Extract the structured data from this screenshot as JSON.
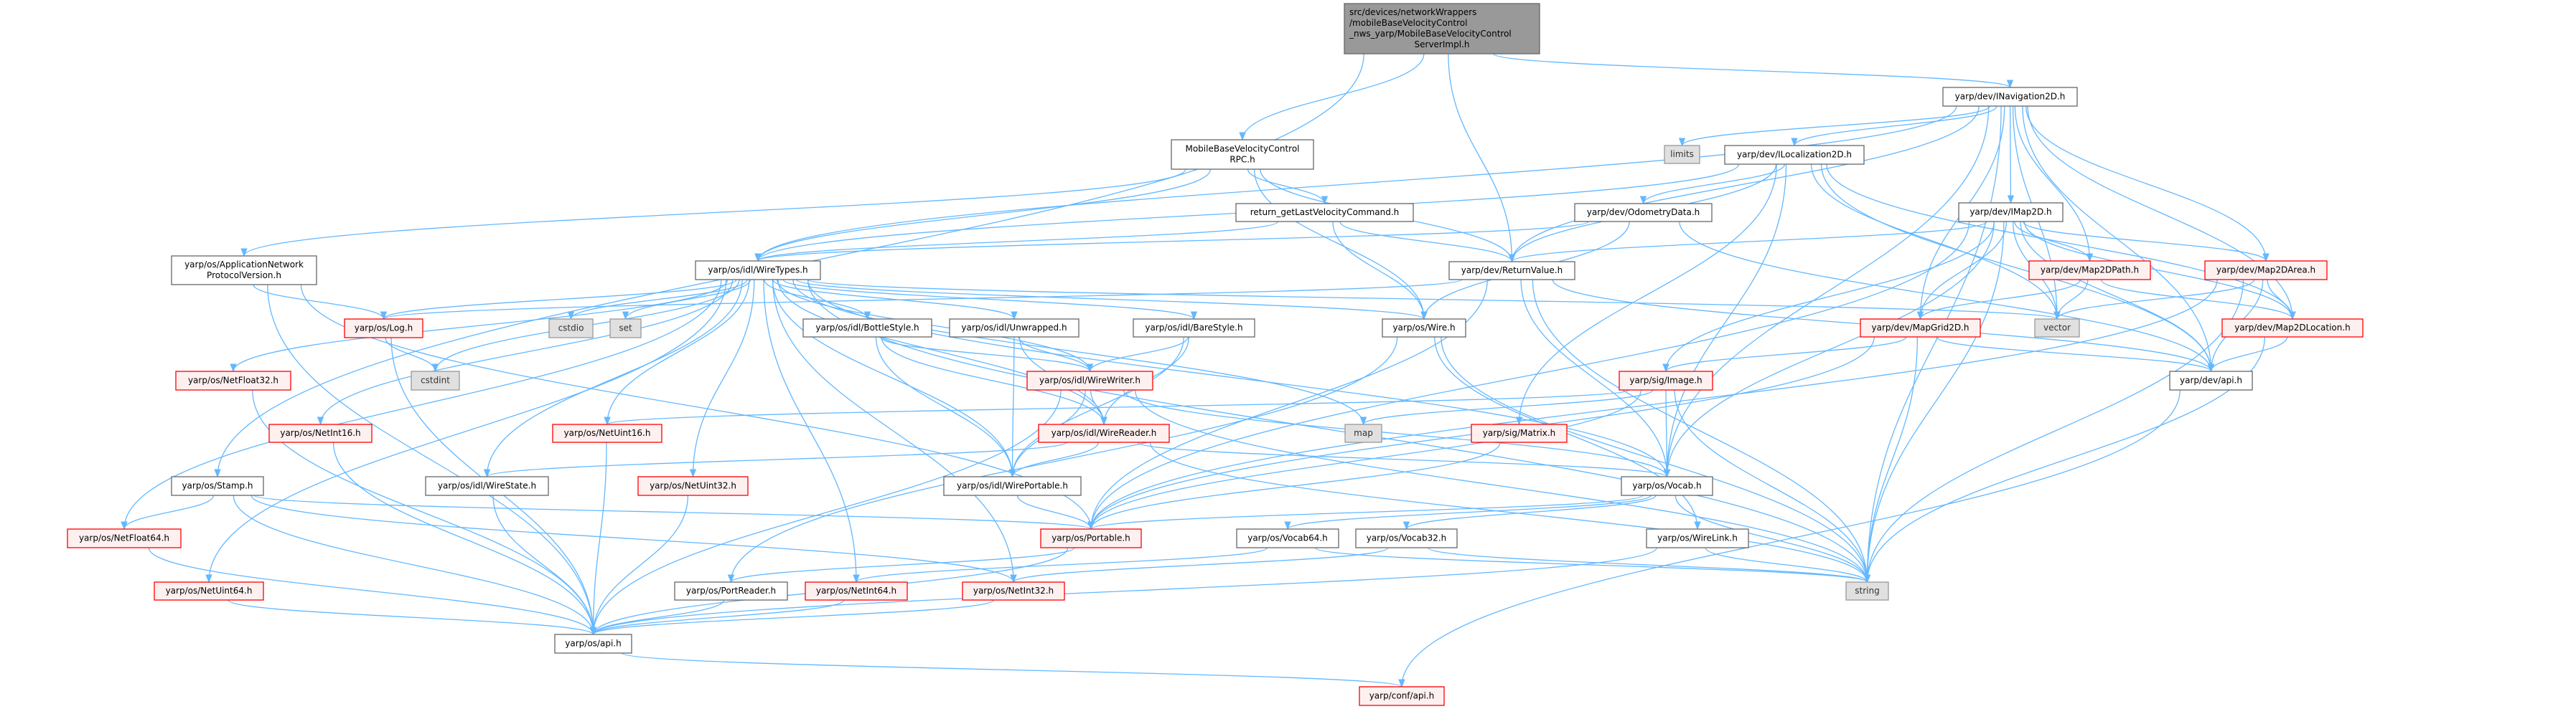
{
  "graph": {
    "edge_color": "#63b8ff",
    "nodes": [
      {
        "id": "root",
        "kind": "root",
        "align": "left",
        "lines": [
          "src/devices/networkWrappers",
          "/mobileBaseVelocityControl",
          "_nws_yarp/MobileBaseVelocityControl",
          "ServerImpl.h"
        ]
      },
      {
        "id": "rpc",
        "kind": "normal",
        "lines": [
          "MobileBaseVelocityControl",
          "RPC.h"
        ]
      },
      {
        "id": "retget",
        "kind": "normal",
        "lines": [
          "return_getLastVelocityCommand.h"
        ]
      },
      {
        "id": "odom",
        "kind": "normal",
        "lines": [
          "yarp/dev/OdometryData.h"
        ]
      },
      {
        "id": "retval",
        "kind": "normal",
        "lines": [
          "yarp/dev/ReturnValue.h"
        ]
      },
      {
        "id": "wire",
        "kind": "normal",
        "lines": [
          "yarp/os/Wire.h"
        ]
      },
      {
        "id": "bare",
        "kind": "normal",
        "lines": [
          "yarp/os/idl/BareStyle.h"
        ]
      },
      {
        "id": "unwrapped",
        "kind": "normal",
        "lines": [
          "yarp/os/idl/Unwrapped.h"
        ]
      },
      {
        "id": "bottle",
        "kind": "normal",
        "lines": [
          "yarp/os/idl/BottleStyle.h"
        ]
      },
      {
        "id": "wwriter",
        "kind": "red",
        "lines": [
          "yarp/os/idl/WireWriter.h"
        ]
      },
      {
        "id": "wreader",
        "kind": "red",
        "lines": [
          "yarp/os/idl/WireReader.h"
        ]
      },
      {
        "id": "map",
        "kind": "gray",
        "lines": [
          "map"
        ]
      },
      {
        "id": "matrix",
        "kind": "red",
        "lines": [
          "yarp/sig/Matrix.h"
        ]
      },
      {
        "id": "image",
        "kind": "red",
        "lines": [
          "yarp/sig/Image.h"
        ]
      },
      {
        "id": "limits",
        "kind": "gray",
        "lines": [
          "limits"
        ]
      },
      {
        "id": "appnet",
        "kind": "normal",
        "lines": [
          "yarp/os/ApplicationNetwork",
          "ProtocolVersion.h"
        ]
      },
      {
        "id": "wiretypes",
        "kind": "normal",
        "lines": [
          "yarp/os/idl/WireTypes.h"
        ]
      },
      {
        "id": "log",
        "kind": "red",
        "lines": [
          "yarp/os/Log.h"
        ]
      },
      {
        "id": "cstdio",
        "kind": "gray",
        "lines": [
          "cstdio"
        ]
      },
      {
        "id": "set",
        "kind": "gray",
        "lines": [
          "set"
        ]
      },
      {
        "id": "netf32",
        "kind": "red",
        "lines": [
          "yarp/os/NetFloat32.h"
        ]
      },
      {
        "id": "cstdint",
        "kind": "gray",
        "lines": [
          "cstdint"
        ]
      },
      {
        "id": "neti16",
        "kind": "red",
        "lines": [
          "yarp/os/NetInt16.h"
        ]
      },
      {
        "id": "netu16",
        "kind": "red",
        "lines": [
          "yarp/os/NetUint16.h"
        ]
      },
      {
        "id": "stamp",
        "kind": "normal",
        "lines": [
          "yarp/os/Stamp.h"
        ]
      },
      {
        "id": "wirestate",
        "kind": "normal",
        "lines": [
          "yarp/os/idl/WireState.h"
        ]
      },
      {
        "id": "netu32",
        "kind": "red",
        "lines": [
          "yarp/os/NetUint32.h"
        ]
      },
      {
        "id": "netf64",
        "kind": "red",
        "lines": [
          "yarp/os/NetFloat64.h"
        ]
      },
      {
        "id": "netu64",
        "kind": "red",
        "lines": [
          "yarp/os/NetUint64.h"
        ]
      },
      {
        "id": "portreader",
        "kind": "normal",
        "lines": [
          "yarp/os/PortReader.h"
        ]
      },
      {
        "id": "osapi",
        "kind": "normal",
        "lines": [
          "yarp/os/api.h"
        ]
      },
      {
        "id": "wportable",
        "kind": "normal",
        "lines": [
          "yarp/os/idl/WirePortable.h"
        ]
      },
      {
        "id": "vocab",
        "kind": "normal",
        "lines": [
          "yarp/os/Vocab.h"
        ]
      },
      {
        "id": "portable",
        "kind": "red",
        "lines": [
          "yarp/os/Portable.h"
        ]
      },
      {
        "id": "vocab64",
        "kind": "normal",
        "lines": [
          "yarp/os/Vocab64.h"
        ]
      },
      {
        "id": "vocab32",
        "kind": "normal",
        "lines": [
          "yarp/os/Vocab32.h"
        ]
      },
      {
        "id": "wirelink",
        "kind": "normal",
        "lines": [
          "yarp/os/WireLink.h"
        ]
      },
      {
        "id": "neti64",
        "kind": "red",
        "lines": [
          "yarp/os/NetInt64.h"
        ]
      },
      {
        "id": "neti32",
        "kind": "red",
        "lines": [
          "yarp/os/NetInt32.h"
        ]
      },
      {
        "id": "confapi",
        "kind": "red",
        "lines": [
          "yarp/conf/api.h"
        ]
      },
      {
        "id": "string",
        "kind": "gray",
        "lines": [
          "string"
        ]
      },
      {
        "id": "nav",
        "kind": "normal",
        "lines": [
          "yarp/dev/INavigation2D.h"
        ]
      },
      {
        "id": "loc",
        "kind": "normal",
        "lines": [
          "yarp/dev/ILocalization2D.h"
        ]
      },
      {
        "id": "imap",
        "kind": "normal",
        "lines": [
          "yarp/dev/IMap2D.h"
        ]
      },
      {
        "id": "path",
        "kind": "red",
        "lines": [
          "yarp/dev/Map2DPath.h"
        ]
      },
      {
        "id": "area",
        "kind": "red",
        "lines": [
          "yarp/dev/Map2DArea.h"
        ]
      },
      {
        "id": "grid",
        "kind": "red",
        "lines": [
          "yarp/dev/MapGrid2D.h"
        ]
      },
      {
        "id": "vector",
        "kind": "gray",
        "lines": [
          "vector"
        ]
      },
      {
        "id": "loc2d",
        "kind": "red",
        "lines": [
          "yarp/dev/Map2DLocation.h"
        ]
      },
      {
        "id": "devapi",
        "kind": "normal",
        "lines": [
          "yarp/dev/api.h"
        ]
      }
    ],
    "edges": [
      [
        "root",
        "stamp"
      ],
      [
        "root",
        "rpc"
      ],
      [
        "root",
        "retval"
      ],
      [
        "root",
        "nav"
      ],
      [
        "rpc",
        "appnet"
      ],
      [
        "rpc",
        "wiretypes"
      ],
      [
        "rpc",
        "retget"
      ],
      [
        "rpc",
        "retval"
      ],
      [
        "rpc",
        "wire"
      ],
      [
        "retget",
        "wiretypes"
      ],
      [
        "retget",
        "retval"
      ],
      [
        "retget",
        "wire"
      ],
      [
        "appnet",
        "log"
      ],
      [
        "appnet",
        "osapi"
      ],
      [
        "appnet",
        "portable"
      ],
      [
        "wiretypes",
        "log"
      ],
      [
        "wiretypes",
        "cstdio"
      ],
      [
        "wiretypes",
        "set"
      ],
      [
        "wiretypes",
        "cstdint"
      ],
      [
        "wiretypes",
        "netf32"
      ],
      [
        "wiretypes",
        "neti16"
      ],
      [
        "wiretypes",
        "netu16"
      ],
      [
        "wiretypes",
        "netf64"
      ],
      [
        "wiretypes",
        "netu64"
      ],
      [
        "wiretypes",
        "wirestate"
      ],
      [
        "wiretypes",
        "netu32"
      ],
      [
        "wiretypes",
        "neti64"
      ],
      [
        "wiretypes",
        "neti32"
      ],
      [
        "wiretypes",
        "bottle"
      ],
      [
        "wiretypes",
        "unwrapped"
      ],
      [
        "wiretypes",
        "bare"
      ],
      [
        "wiretypes",
        "wwriter"
      ],
      [
        "wiretypes",
        "wreader"
      ],
      [
        "wiretypes",
        "wportable"
      ],
      [
        "wiretypes",
        "wire"
      ],
      [
        "wiretypes",
        "map"
      ],
      [
        "wiretypes",
        "string"
      ],
      [
        "wiretypes",
        "vector"
      ],
      [
        "wiretypes",
        "vocab"
      ],
      [
        "log",
        "cstdint"
      ],
      [
        "log",
        "osapi"
      ],
      [
        "netf32",
        "osapi"
      ],
      [
        "neti16",
        "osapi"
      ],
      [
        "netu16",
        "osapi"
      ],
      [
        "netu32",
        "osapi"
      ],
      [
        "netf64",
        "osapi"
      ],
      [
        "netu64",
        "osapi"
      ],
      [
        "neti64",
        "osapi"
      ],
      [
        "neti32",
        "osapi"
      ],
      [
        "wirestate",
        "osapi"
      ],
      [
        "stamp",
        "netf64"
      ],
      [
        "stamp",
        "portable"
      ],
      [
        "stamp",
        "neti32"
      ],
      [
        "stamp",
        "osapi"
      ],
      [
        "bottle",
        "wwriter"
      ],
      [
        "bottle",
        "wreader"
      ],
      [
        "bottle",
        "wportable"
      ],
      [
        "unwrapped",
        "wwriter"
      ],
      [
        "unwrapped",
        "wreader"
      ],
      [
        "unwrapped",
        "wportable"
      ],
      [
        "bare",
        "wwriter"
      ],
      [
        "bare",
        "wreader"
      ],
      [
        "bare",
        "wportable"
      ],
      [
        "wwriter",
        "wreader"
      ],
      [
        "wwriter",
        "wportable"
      ],
      [
        "wwriter",
        "vocab"
      ],
      [
        "wwriter",
        "string"
      ],
      [
        "wwriter",
        "osapi"
      ],
      [
        "wreader",
        "wirestate"
      ],
      [
        "wreader",
        "wportable"
      ],
      [
        "wreader",
        "vocab"
      ],
      [
        "wreader",
        "string"
      ],
      [
        "wportable",
        "portable"
      ],
      [
        "wire",
        "portreader"
      ],
      [
        "wire",
        "wirelink"
      ],
      [
        "wire",
        "string"
      ],
      [
        "retval",
        "log"
      ],
      [
        "retval",
        "portable"
      ],
      [
        "retval",
        "vocab"
      ],
      [
        "retval",
        "string"
      ],
      [
        "retval",
        "devapi"
      ],
      [
        "odom",
        "wiretypes"
      ],
      [
        "odom",
        "wire"
      ],
      [
        "odom",
        "devapi"
      ],
      [
        "nav",
        "limits"
      ],
      [
        "nav",
        "loc"
      ],
      [
        "nav",
        "imap"
      ],
      [
        "nav",
        "retval"
      ],
      [
        "nav",
        "path"
      ],
      [
        "nav",
        "area"
      ],
      [
        "nav",
        "loc2d"
      ],
      [
        "nav",
        "grid"
      ],
      [
        "nav",
        "vector"
      ],
      [
        "nav",
        "string"
      ],
      [
        "nav",
        "devapi"
      ],
      [
        "nav",
        "vocab"
      ],
      [
        "nav",
        "wiretypes"
      ],
      [
        "loc",
        "odom"
      ],
      [
        "loc",
        "retval"
      ],
      [
        "loc",
        "loc2d"
      ],
      [
        "loc",
        "devapi"
      ],
      [
        "loc",
        "vector"
      ],
      [
        "loc",
        "vocab"
      ],
      [
        "loc",
        "matrix"
      ],
      [
        "loc",
        "wiretypes"
      ],
      [
        "imap",
        "grid"
      ],
      [
        "imap",
        "path"
      ],
      [
        "imap",
        "area"
      ],
      [
        "imap",
        "loc2d"
      ],
      [
        "imap",
        "vector"
      ],
      [
        "imap",
        "string"
      ],
      [
        "imap",
        "devapi"
      ],
      [
        "imap",
        "retval"
      ],
      [
        "imap",
        "image"
      ],
      [
        "imap",
        "vocab"
      ],
      [
        "imap",
        "portable"
      ],
      [
        "path",
        "grid"
      ],
      [
        "path",
        "vector"
      ],
      [
        "path",
        "loc2d"
      ],
      [
        "area",
        "vector"
      ],
      [
        "area",
        "loc2d"
      ],
      [
        "area",
        "devapi"
      ],
      [
        "area",
        "string"
      ],
      [
        "area",
        "portable"
      ],
      [
        "loc2d",
        "devapi"
      ],
      [
        "loc2d",
        "string"
      ],
      [
        "grid",
        "image"
      ],
      [
        "grid",
        "devapi"
      ],
      [
        "grid",
        "string"
      ],
      [
        "grid",
        "portable"
      ],
      [
        "image",
        "map"
      ],
      [
        "image",
        "vocab"
      ],
      [
        "image",
        "portable"
      ],
      [
        "image",
        "netu16"
      ],
      [
        "image",
        "string"
      ],
      [
        "matrix",
        "portable"
      ],
      [
        "vocab",
        "portable"
      ],
      [
        "vocab",
        "vocab32"
      ],
      [
        "vocab",
        "vocab64"
      ],
      [
        "vocab",
        "string"
      ],
      [
        "vocab64",
        "neti64"
      ],
      [
        "vocab64",
        "string"
      ],
      [
        "vocab32",
        "neti32"
      ],
      [
        "vocab32",
        "string"
      ],
      [
        "wirelink",
        "string"
      ],
      [
        "wirelink",
        "osapi"
      ],
      [
        "portreader",
        "osapi"
      ],
      [
        "portable",
        "portreader"
      ],
      [
        "portable",
        "osapi"
      ],
      [
        "devapi",
        "confapi"
      ],
      [
        "osapi",
        "confapi"
      ]
    ]
  }
}
